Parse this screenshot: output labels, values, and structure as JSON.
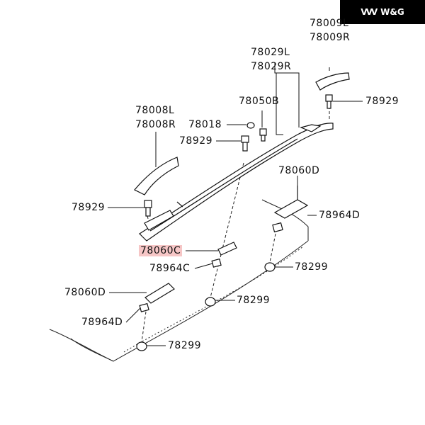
{
  "brand": {
    "name": "W&G",
    "mark": "VVV"
  },
  "highlight_color": "#f6c6c6",
  "labels": {
    "p78009L": "78009L",
    "p78009R": "78009R",
    "p78029L": "78029L",
    "p78029R": "78029R",
    "p78929_a": "78929",
    "p78008L": "78008L",
    "p78008R": "78008R",
    "p78050B": "78050B",
    "p78018": "78018",
    "p78929_b": "78929",
    "p78060D_a": "78060D",
    "p78929_c": "78929",
    "p78964D_a": "78964D",
    "p78060C": "78060C",
    "p78964C": "78964C",
    "p78299_a": "78299",
    "p78060D_b": "78060D",
    "p78299_b": "78299",
    "p78964D_b": "78964D",
    "p78299_c": "78299"
  }
}
